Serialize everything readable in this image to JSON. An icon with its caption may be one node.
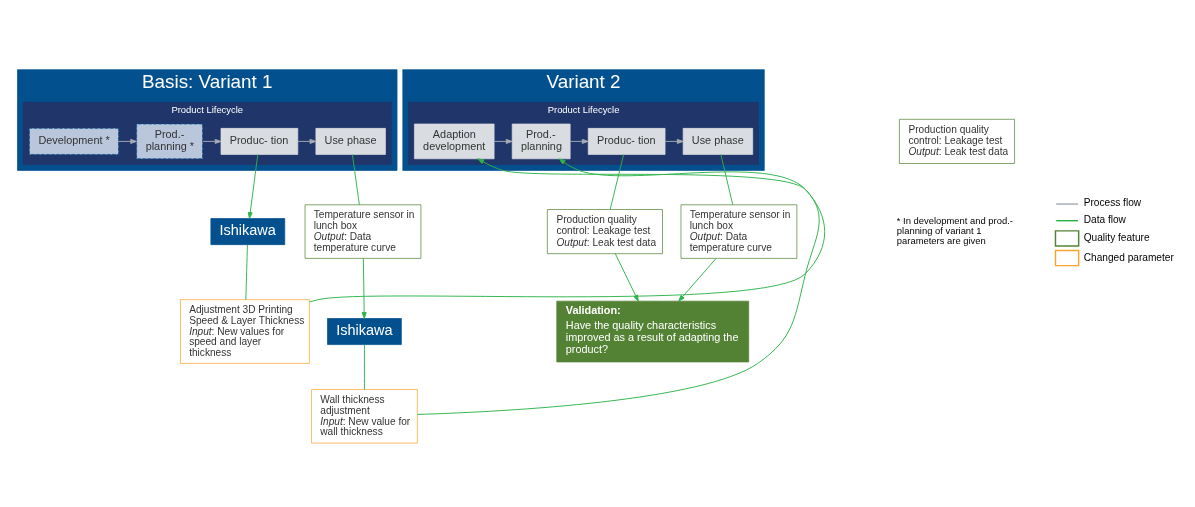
{
  "diagram": {
    "nodes": [
      {
        "text": [
          "Basis: Variant 1"
        ]
      },
      {
        "text": [
          "Product Lifecycle"
        ],
        "in": 0
      },
      {
        "text": [
          "Development *"
        ],
        "in": 1
      },
      {
        "text": [
          "Prod.- planning *"
        ],
        "in": 1
      },
      {
        "text": [
          "Produc- tion"
        ],
        "in": 1
      },
      {
        "text": [
          "Use phase"
        ],
        "in": 1
      },
      {
        "text": [
          "Production quality control: Leakage test",
          "*Output*: Leak test data"
        ]
      },
      {
        "text": [
          "Temperature sensor in lunch box",
          "*Output*: Data temperature curve"
        ]
      },
      {
        "text": [
          "Ishikawa"
        ]
      },
      {
        "text": [
          "Ishikawa"
        ]
      },
      {
        "text": [
          "Variant 2"
        ]
      },
      {
        "text": [
          "Product Lifecycle"
        ],
        "in": 10
      },
      {
        "text": [
          "Adaption development"
        ],
        "in": 11
      },
      {
        "text": [
          "Prod.- planning"
        ],
        "in": 11
      },
      {
        "text": [
          "Produc- tion"
        ],
        "in": 11
      },
      {
        "text": [
          "Use phase"
        ],
        "in": 11
      },
      {
        "text": [
          "Wall thickness adjustment",
          "*Input*: New value for wall thickness"
        ]
      },
      {
        "text": [
          "Adjustment 3D Printing Speed & Layer Thickness",
          "*Input*: New values for speed and layer thickness"
        ]
      },
      {
        "text": [
          "Production quality control: Leakage test",
          "*Output*: Leak test data"
        ]
      },
      {
        "text": [
          "Temperature sensor in lunch box",
          "*Output*: Data temperature curve"
        ]
      },
      {
        "text": [
          "Validation:",
          "Have the quality characteristics improved as a result of adapting the product?"
        ]
      }
    ],
    "edges": [
      {
        "from": 2,
        "to": 3,
        "arrow": "to",
        "color": "#a6acb3"
      },
      {
        "from": 3,
        "to": 4,
        "arrow": "to",
        "color": "#a6acb3"
      },
      {
        "from": 4,
        "to": 5,
        "arrow": "to",
        "color": "#a6acb3"
      },
      {
        "from": 4,
        "to": 9,
        "arrow": "to"
      },
      {
        "from": 5,
        "to": 7,
        "arrow": "none"
      },
      {
        "from": 7,
        "to": 8,
        "arrow": "to"
      },
      {
        "from": 8,
        "to": 16,
        "arrow": "none"
      },
      {
        "from": 16,
        "to": 12,
        "arrow": "to"
      },
      {
        "from": 9,
        "to": 17,
        "arrow": "none"
      },
      {
        "from": 17,
        "to": 13,
        "arrow": "to"
      },
      {
        "from": 12,
        "to": 13,
        "arrow": "to",
        "color": "#a6acb3"
      },
      {
        "from": 13,
        "to": 14,
        "arrow": "to",
        "color": "#a6acb3"
      },
      {
        "from": 14,
        "to": 15,
        "arrow": "to",
        "color": "#a6acb3"
      },
      {
        "from": 14,
        "to": 18,
        "arrow": "none"
      },
      {
        "from": 15,
        "to": 19,
        "arrow": "none"
      },
      {
        "from": 18,
        "to": 20,
        "arrow": "to"
      },
      {
        "from": 19,
        "to": 20,
        "arrow": "to"
      }
    ],
    "labels": [
      "* In development and prod.- planning of variant 1 parameters are given"
    ],
    "legend": [
      {
        "text": "Process flow"
      },
      {
        "text": "Data flow"
      },
      {
        "text": "Quality feature"
      },
      {
        "text": "Changed parameter"
      }
    ]
  }
}
